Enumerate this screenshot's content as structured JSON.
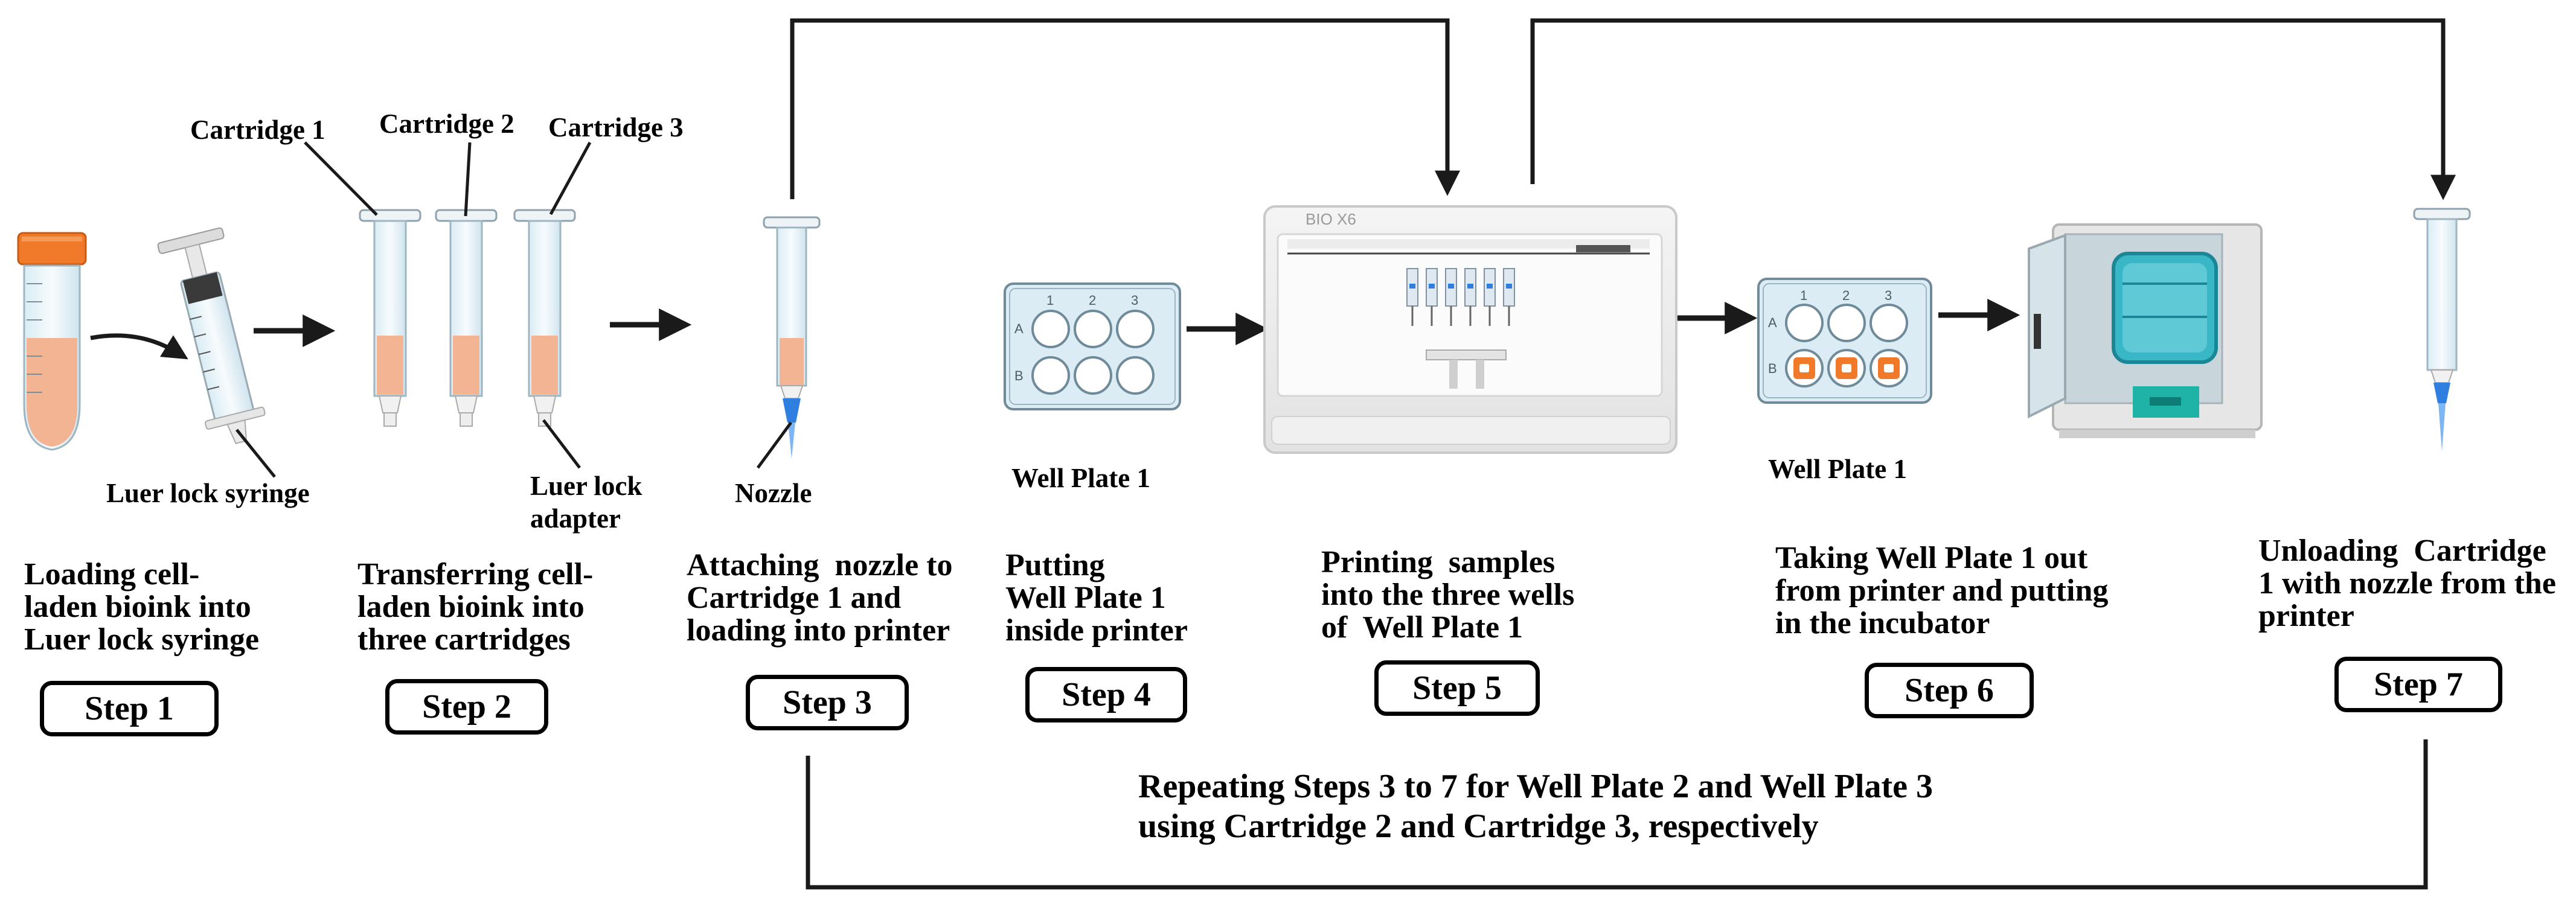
{
  "labels": {
    "cartridge_1": "Cartridge 1",
    "cartridge_2": "Cartridge 2",
    "cartridge_3": "Cartridge 3",
    "luer_lock_syringe": "Luer lock syringe",
    "luer_lock_adapter": "Luer lock\nadapter",
    "nozzle": "Nozzle",
    "well_plate_step4": "Well Plate 1",
    "well_plate_step6": "Well Plate 1",
    "printer_brand": "BIO X6",
    "plate_columns": [
      "1",
      "2",
      "3"
    ],
    "plate_rows": [
      "A",
      "B"
    ]
  },
  "steps": [
    {
      "label": "Step 1",
      "description": "Loading cell-\nladen bioink into\nLuer lock syringe"
    },
    {
      "label": "Step 2",
      "description": "Transferring cell-\nladen bioink into\nthree cartridges"
    },
    {
      "label": "Step 3",
      "description": "Attaching  nozzle to\nCartridge 1 and\nloading into printer"
    },
    {
      "label": "Step 4",
      "description": "Putting\nWell Plate 1\ninside printer"
    },
    {
      "label": "Step 5",
      "description": "Printing  samples\ninto the three wells\nof  Well Plate 1"
    },
    {
      "label": "Step 6",
      "description": "Taking Well Plate 1 out\nfrom printer and putting\nin the incubator"
    },
    {
      "label": "Step 7",
      "description": "Unloading  Cartridge\n1 with nozzle from the\nprinter"
    }
  ],
  "footer_note": "Repeating Steps 3 to 7 for Well Plate 2 and Well Plate 3\nusing Cartridge 2 and Cartridge 3, respectively",
  "colors": {
    "bioink": "#f2b493",
    "cap_orange": "#f07a2a",
    "nozzle_blue": "#2f7fe0",
    "plate_blue": "#dcecf5",
    "incubator_teal": "#1fb3a8",
    "line": "#1a1a1a"
  }
}
